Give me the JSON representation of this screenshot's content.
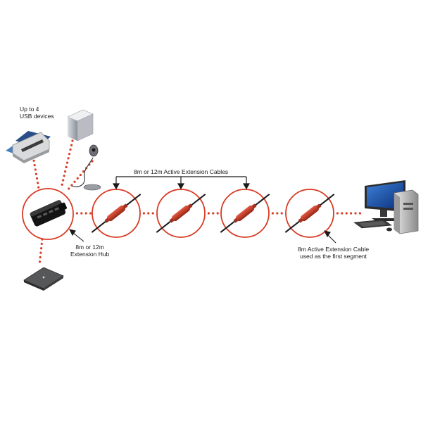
{
  "labels": {
    "devices": "Up to 4\nUSB devices",
    "hub": "8m or 12m\nExtension Hub",
    "cables": "8m or 12m Active Extension Cables",
    "first_segment": "8m Active Extension Cable\nused as the first segment"
  },
  "colors": {
    "dots": "#d93b25",
    "circle": "#d93b25",
    "cable": "#1a1a1a",
    "repeater": "#c2402b",
    "arrow": "#1a1a1a"
  }
}
